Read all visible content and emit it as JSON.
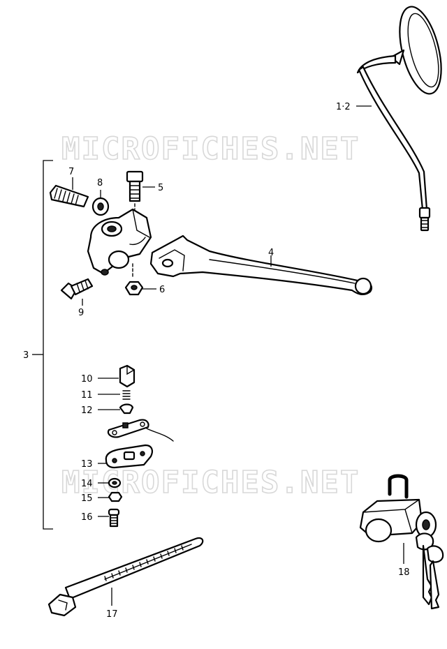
{
  "watermark": "MICROFICHES.NET",
  "callouts": {
    "c12": "1·2",
    "c3": "3",
    "c4": "4",
    "c5": "5",
    "c6": "6",
    "c7": "7",
    "c8": "8",
    "c9": "9",
    "c10": "10",
    "c11": "11",
    "c12b": "12",
    "c13": "13",
    "c14": "14",
    "c15": "15",
    "c16": "16",
    "c17": "17",
    "c18": "18"
  }
}
